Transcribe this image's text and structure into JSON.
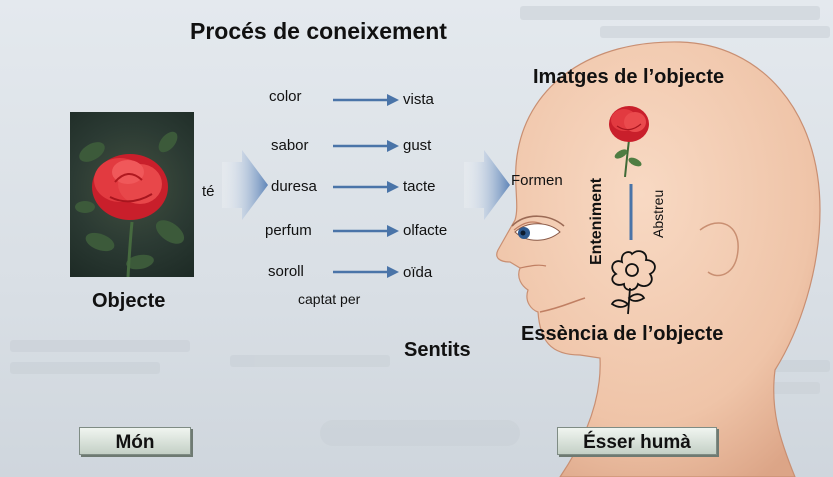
{
  "title": "Procés de coneixement",
  "world": {
    "object_label": "Objecte",
    "has_label": "té",
    "button_label": "Món"
  },
  "senses": {
    "rows": [
      {
        "property": "color",
        "sense": "vista"
      },
      {
        "property": "sabor",
        "sense": "gust"
      },
      {
        "property": "duresa",
        "sense": "tacte"
      },
      {
        "property": "perfum",
        "sense": "olfacte"
      },
      {
        "property": "soroll",
        "sense": "oïda"
      }
    ],
    "captured_by": "captat per",
    "label": "Sentits"
  },
  "human": {
    "images_label": "Imatges de l’objecte",
    "form_label": "Formen",
    "understanding_label": "Enteniment",
    "abstract_label": "Abstreu",
    "essence_label": "Essència de l’objecte",
    "button_label": "Ésser humà"
  },
  "colors": {
    "arrow": "#4a74a8",
    "big_arrow": "#5f85b8",
    "skin": "#efc4a8",
    "rose": "#e8373d",
    "button": "#d6e0d8"
  }
}
